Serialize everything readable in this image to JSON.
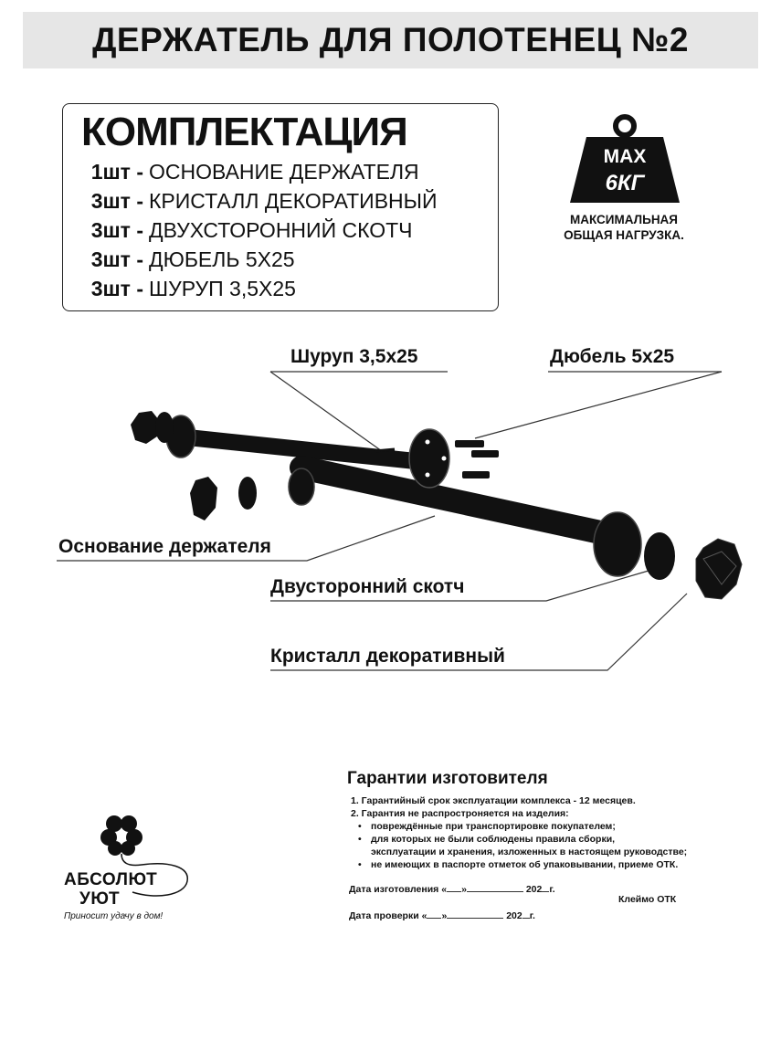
{
  "header": {
    "title": "ДЕРЖАТЕЛЬ ДЛЯ ПОЛОТЕНЕЦ №2"
  },
  "kit": {
    "title": "КОМПЛЕКТАЦИЯ",
    "items": [
      {
        "qty": "1шт -",
        "name": "ОСНОВАНИЕ ДЕРЖАТЕЛЯ"
      },
      {
        "qty": "3шт -",
        "name": "КРИСТАЛЛ ДЕКОРАТИВНЫЙ"
      },
      {
        "qty": "3шт -",
        "name": "ДВУХСТОРОННИЙ СКОТЧ"
      },
      {
        "qty": "3шт -",
        "name": "ДЮБЕЛЬ 5Х25"
      },
      {
        "qty": "3шт -",
        "name": "ШУРУП 3,5Х25"
      }
    ]
  },
  "load": {
    "max_label": "MAX",
    "weight": "6КГ",
    "caption_line1": "МАКСИМАЛЬНАЯ",
    "caption_line2": "ОБЩАЯ НАГРУЗКА."
  },
  "diagram": {
    "labels": {
      "screw": "Шуруп 3,5x25",
      "dowel": "Дюбель 5x25",
      "base": "Основание держателя",
      "tape": "Двусторонний скотч",
      "crystal": "Кристалл декоративный"
    }
  },
  "warranty": {
    "title": "Гарантии изготовителя",
    "line1": "1. Гарантийный срок эксплуатации комплекса - 12 месяцев.",
    "line2": "2. Гарантия не распростроняется на изделия:",
    "bullet1": "повреждённые при транспортировке покупателем;",
    "bullet2": "для которых не были соблюдены правила сборки,",
    "bullet2_cont": "эксплуатации и хранения, изложенных в настоящем руководстве;",
    "bullet3": "не имеющих в паспорте отметок об упаковывании, приеме ОТК.",
    "bullet_symbol": "•",
    "made_date_label": "Дата изготовления «",
    "check_date_label": "Дата проверки «",
    "quote_mid": "»",
    "year_prefix": "202",
    "year_suffix": "г.",
    "otk_stamp": "Клеймо ОТК"
  },
  "logo": {
    "name_line1": "АБСОЛЮТ",
    "name_line2": "УЮТ",
    "slogan": "Приносит удачу в дом!"
  },
  "colors": {
    "header_bg": "#e6e6e6",
    "ink": "#111111",
    "box_border": "#222222"
  }
}
